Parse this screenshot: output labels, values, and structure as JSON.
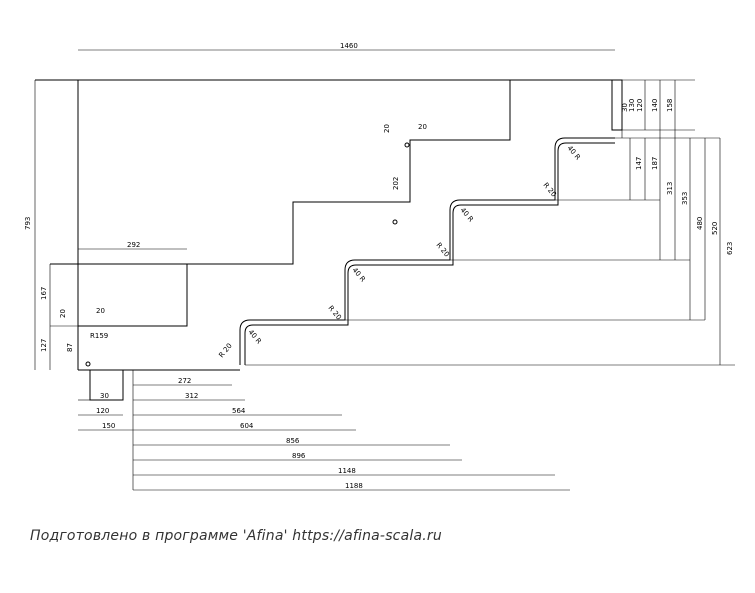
{
  "diagram": {
    "dimensions": {
      "total_width": "1460",
      "total_height": "793",
      "top_step_left": "292",
      "left_upper_height": "167",
      "left_lower_height": "127",
      "left_notch_a": "20",
      "left_notch_b": "20",
      "left_small_a": "87",
      "left_radius": "R159",
      "hole_w": "20",
      "hole_h": "20",
      "hole_depth": "202",
      "r1_20": "130",
      "r1_30": "30",
      "r2_120": "120",
      "r2_140": "140",
      "r2_158": "158",
      "r3_147": "147",
      "r3_187": "187",
      "r4_313": "313",
      "r4_353": "353",
      "r5_480": "480",
      "r5_520": "520",
      "r6_623": "623",
      "b_30": "30",
      "b_120": "120",
      "b_150": "150",
      "b_272": "272",
      "b_312": "312",
      "b_564": "564",
      "b_604": "604",
      "b_856": "856",
      "b_896": "896",
      "b_1148": "1148",
      "b_1188": "1188",
      "radius_r20": "R 20",
      "radius_r40": "40 R"
    }
  },
  "footer": {
    "caption": "Подготовлено в программе 'Afina' https://afina-scala.ru"
  }
}
